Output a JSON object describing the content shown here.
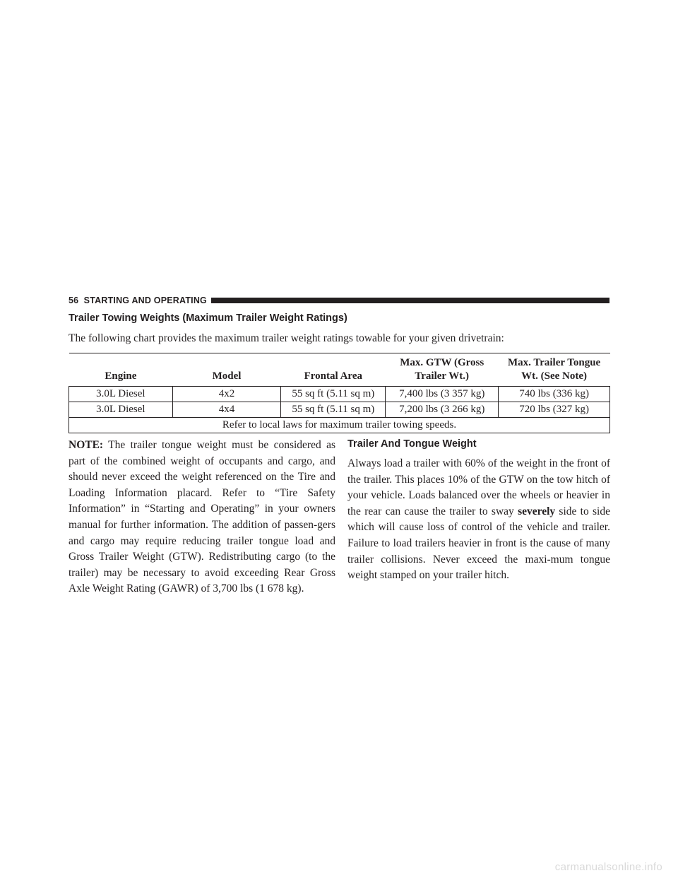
{
  "header": {
    "page_number": "56",
    "section": "STARTING AND OPERATING"
  },
  "title": "Trailer Towing Weights (Maximum Trailer Weight Ratings)",
  "intro": "The following chart provides the maximum trailer weight ratings towable for your given drivetrain:",
  "table": {
    "columns": [
      "Engine",
      "Model",
      "Frontal Area",
      "Max. GTW (Gross Trailer Wt.)",
      "Max. Trailer Tongue Wt. (See Note)"
    ],
    "rows": [
      [
        "3.0L Diesel",
        "4x2",
        "55 sq ft (5.11 sq m)",
        "7,400 lbs (3 357 kg)",
        "740 lbs (336 kg)"
      ],
      [
        "3.0L Diesel",
        "4x4",
        "55 sq ft (5.11 sq m)",
        "7,200 lbs (3 266 kg)",
        "720 lbs (327 kg)"
      ]
    ],
    "footer": "Refer to local laws for maximum trailer towing speeds."
  },
  "note": {
    "label": "NOTE:",
    "text": " The trailer tongue weight must be considered as part of the combined weight of occupants and cargo, and should never exceed the weight referenced on the Tire and Loading Information placard. Refer to “Tire Safety Information” in “Starting and Operating” in your owners manual for further information. The addition of passen-gers and cargo may require reducing trailer tongue load and Gross Trailer Weight (GTW). Redistributing cargo (to the trailer) may be necessary to avoid exceeding Rear Gross Axle Weight Rating (GAWR) of 3,700 lbs (1 678 kg)."
  },
  "tongue": {
    "heading": "Trailer And Tongue Weight",
    "text_before": "Always load a trailer with 60% of the weight in the front of the trailer. This places 10% of the GTW on the tow hitch of your vehicle. Loads balanced over the wheels or heavier in the rear can cause the trailer to sway ",
    "emphasis": "severely",
    "text_after": " side to side which will cause loss of control of the vehicle and trailer. Failure to load trailers heavier in front is the cause of many trailer collisions. Never exceed the maxi-mum tongue weight stamped on your trailer hitch."
  },
  "watermark": "carmanualsonline.info"
}
